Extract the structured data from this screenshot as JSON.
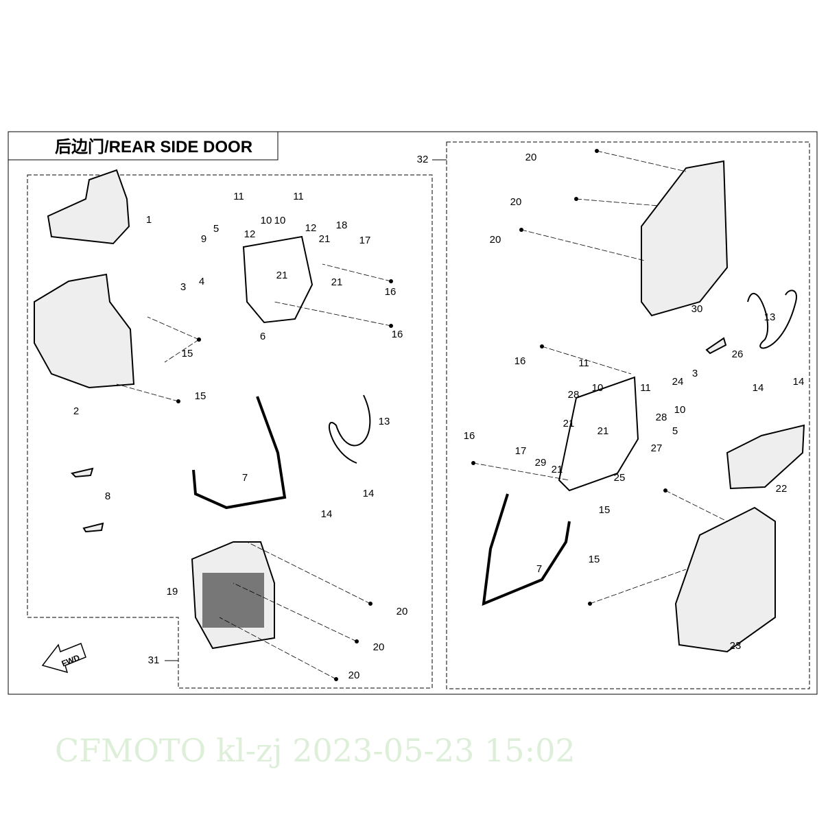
{
  "title": "后边门/REAR  SIDE DOOR",
  "fwd_label": "FWD",
  "watermark": "CFMOTO  kl-zj  2023-05-23  15:02",
  "assembly_labels": {
    "left": "31",
    "right": "32"
  },
  "callouts_left": [
    "1",
    "11",
    "11",
    "5",
    "10",
    "10",
    "12",
    "12",
    "9",
    "21",
    "18",
    "17",
    "3",
    "4",
    "21",
    "21",
    "16",
    "6",
    "16",
    "15",
    "15",
    "2",
    "13",
    "7",
    "8",
    "14",
    "14",
    "19",
    "20",
    "20",
    "20"
  ],
  "callouts_right": [
    "20",
    "20",
    "20",
    "30",
    "13",
    "26",
    "14",
    "14",
    "16",
    "11",
    "10",
    "28",
    "11",
    "24",
    "3",
    "10",
    "21",
    "21",
    "28",
    "5",
    "16",
    "17",
    "29",
    "27",
    "21",
    "25",
    "22",
    "7",
    "15",
    "15",
    "23"
  ]
}
